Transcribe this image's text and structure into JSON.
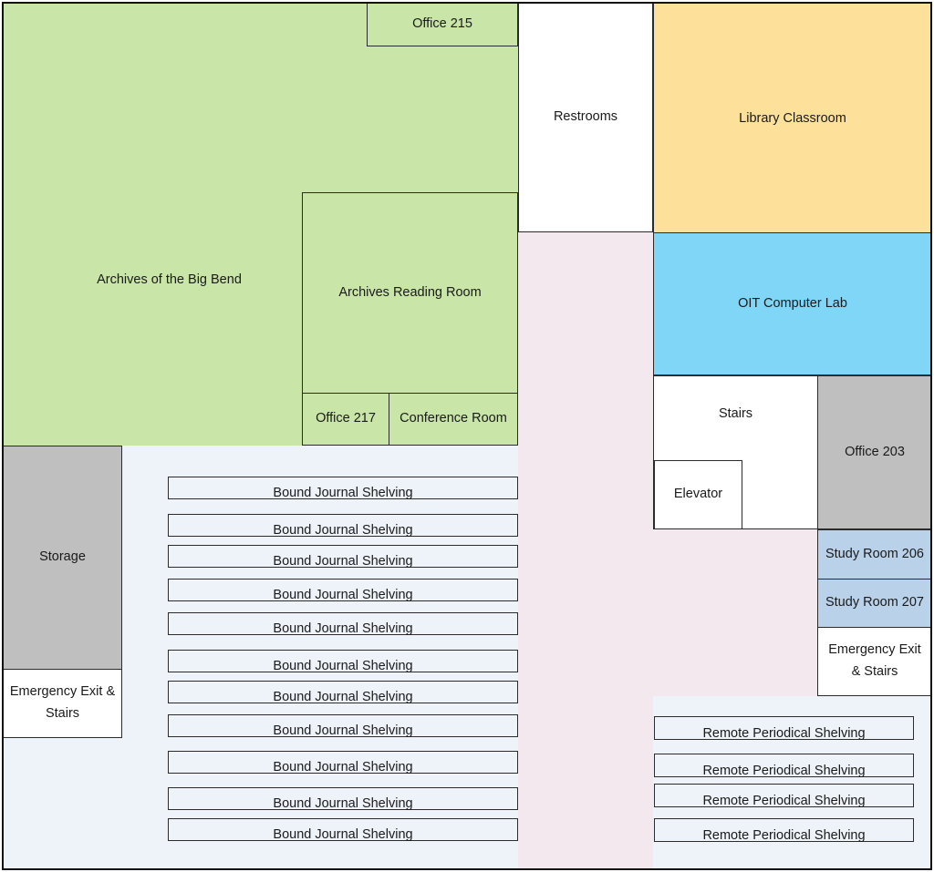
{
  "colors": {
    "archives": "#c9e5a8",
    "classroom": "#fde19a",
    "computer_lab": "#80d6f7",
    "gray_room": "#bfbfbf",
    "study_room": "#b9d2ea",
    "shelving_area": "#eef3fa",
    "hallway": "#f4e8ef",
    "white_room": "#ffffff"
  },
  "rooms": {
    "office_215": "Office 215",
    "restrooms": "Restrooms",
    "library_classroom": "Library Classroom",
    "archives_big_bend": "Archives of the Big Bend",
    "archives_reading_room": "Archives Reading Room",
    "oit_computer_lab": "OIT Computer Lab",
    "office_217": "Office 217",
    "conference_room": "Conference Room",
    "stairs": "Stairs",
    "elevator": "Elevator",
    "office_203": "Office 203",
    "storage": "Storage",
    "study_room_206": "Study Room 206",
    "study_room_207": "Study Room 207",
    "emergency_exit_left": "Emergency Exit & Stairs",
    "emergency_exit_right": "Emergency Exit & Stairs"
  },
  "bound_journal_shelving": [
    "Bound Journal Shelving",
    "Bound Journal Shelving",
    "Bound Journal Shelving",
    "Bound Journal Shelving",
    "Bound Journal Shelving",
    "Bound Journal Shelving",
    "Bound Journal Shelving",
    "Bound Journal Shelving",
    "Bound Journal Shelving",
    "Bound Journal Shelving",
    "Bound Journal Shelving"
  ],
  "remote_periodical_shelving": [
    "Remote Periodical Shelving",
    "Remote Periodical Shelving",
    "Remote Periodical Shelving",
    "Remote Periodical Shelving"
  ]
}
